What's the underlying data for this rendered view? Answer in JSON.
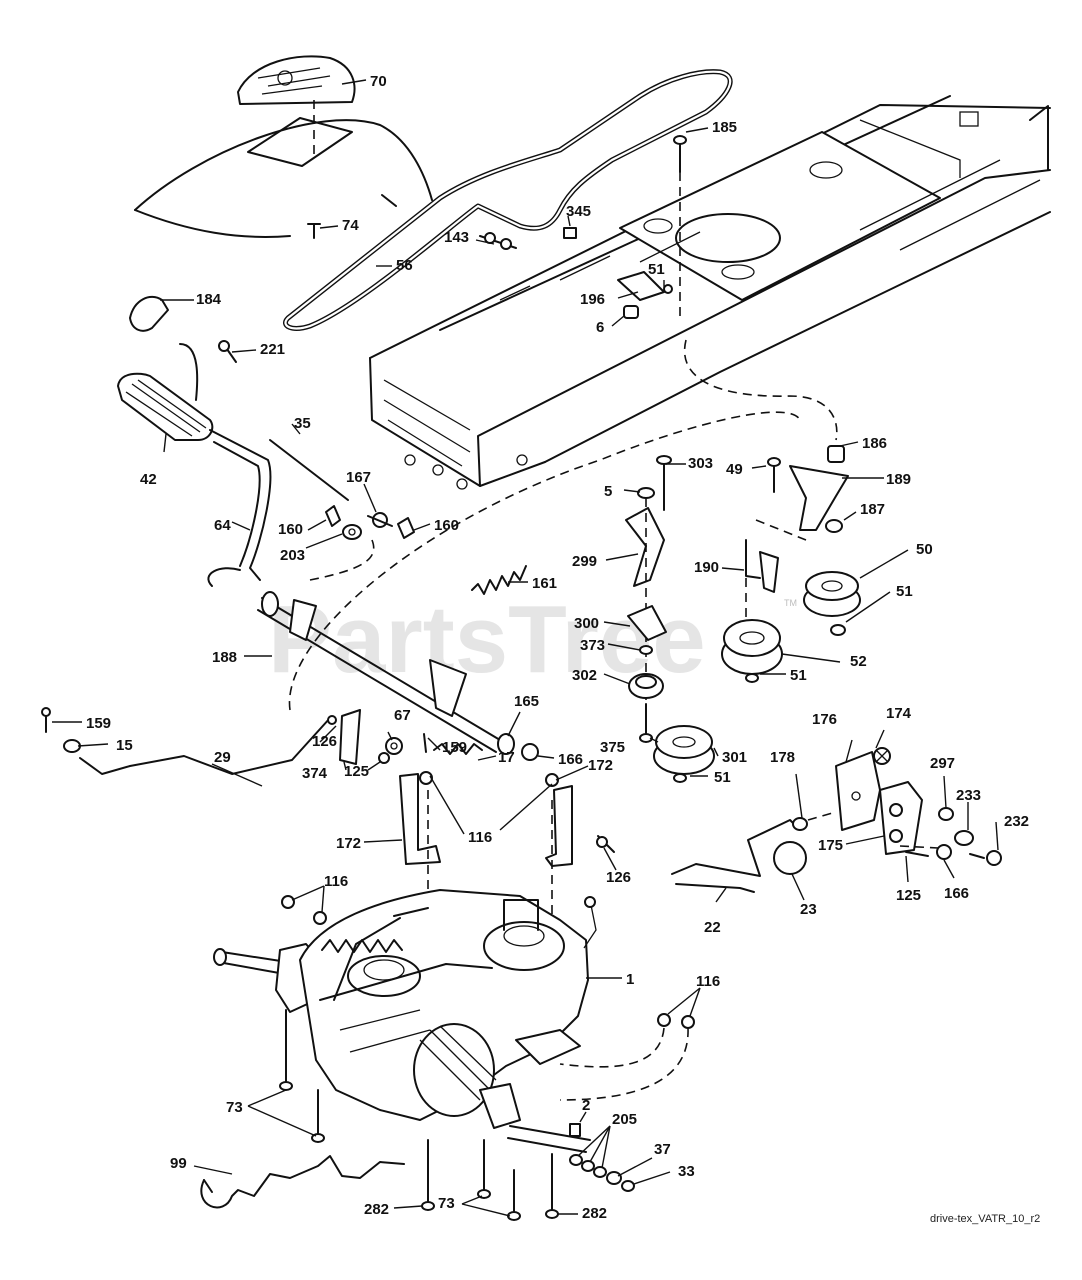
{
  "diagram": {
    "drawing_code": "drive-tex_VATR_10_r2",
    "watermark": "PartsTree",
    "watermark_mark": "TM",
    "callouts": {
      "c70": "70",
      "c74": "74",
      "c56": "56",
      "c185": "185",
      "c345": "345",
      "c143": "143",
      "c51a": "51",
      "c196": "196",
      "c6": "6",
      "c184": "184",
      "c221": "221",
      "c42": "42",
      "c35": "35",
      "c64": "64",
      "c167": "167",
      "c160a": "160",
      "c160b": "160",
      "c203": "203",
      "c161": "161",
      "c186": "186",
      "c49": "49",
      "c303": "303",
      "c189": "189",
      "c5": "5",
      "c187": "187",
      "c299": "299",
      "c190": "190",
      "c50": "50",
      "c51b": "51",
      "c188": "188",
      "c300": "300",
      "c373": "373",
      "c52": "52",
      "c302": "302",
      "c51c": "51",
      "c159a": "159",
      "c15": "15",
      "c67": "67",
      "c165": "165",
      "c176": "176",
      "c174": "174",
      "c29": "29",
      "c126a": "126",
      "c159b": "159",
      "c166a": "166",
      "c375": "375",
      "c301": "301",
      "c178": "178",
      "c297": "297",
      "c374": "374",
      "c125a": "125",
      "c17": "17",
      "c51d": "51",
      "c233": "233",
      "c232": "232",
      "c172a": "172",
      "c172b": "172",
      "c116a": "116",
      "c126b": "126",
      "c175": "175",
      "c23": "23",
      "c125b": "125",
      "c166b": "166",
      "c22": "22",
      "c116b": "116",
      "c1": "1",
      "c116c": "116",
      "c73a": "73",
      "c2": "2",
      "c205": "205",
      "c37": "37",
      "c99": "99",
      "c33": "33",
      "c282a": "282",
      "c73b": "73",
      "c282b": "282"
    }
  }
}
